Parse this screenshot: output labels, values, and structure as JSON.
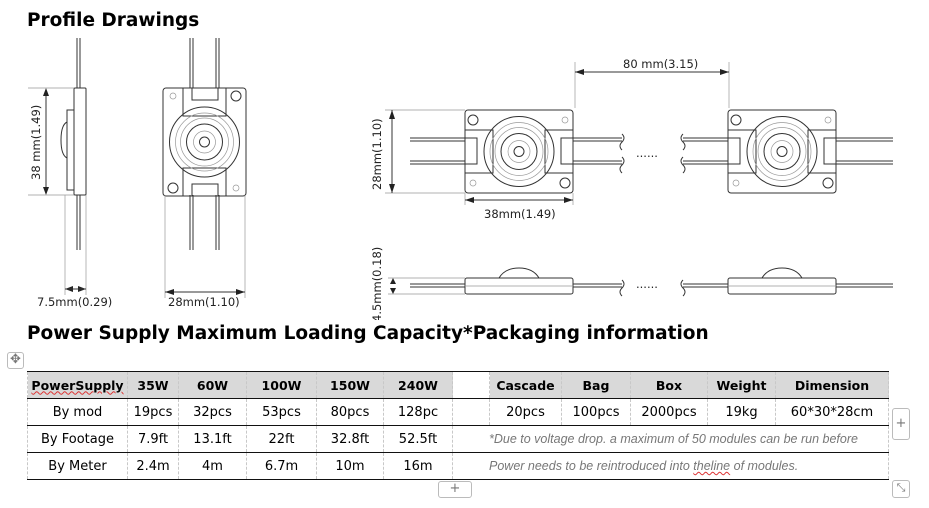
{
  "headings": {
    "profile": "Profile Drawings",
    "power": "Power Supply Maximum Loading Capacity*Packaging information"
  },
  "dims": {
    "side_height": "38 mm(1.49)",
    "side_width": "7.5mm(0.29)",
    "front_width": "28mm(1.10)",
    "spacing": "80 mm(3.15)",
    "module_height": "28mm(1.10)",
    "module_width": "38mm(1.49)",
    "module_depth": "4.5mm(0.18)",
    "ellipsis": "......"
  },
  "table": {
    "header": [
      "PowerSupply",
      "35W",
      "60W",
      "100W",
      "150W",
      "240W",
      "",
      "Cascade",
      "Bag",
      "Box",
      "Weight",
      "Dimension"
    ],
    "rows": [
      {
        "label": "By mod",
        "values": [
          "19pcs",
          "32pcs",
          "53pcs",
          "80pcs",
          "128pc"
        ],
        "pack": [
          "20pcs",
          "100pcs",
          "2000pcs",
          "19kg",
          "60*30*28cm"
        ]
      },
      {
        "label": "By Footage",
        "values": [
          "7.9ft",
          "13.1ft",
          "22ft",
          "32.8ft",
          "52.5ft"
        ],
        "note": "*Due to voltage drop. a maximum of 50 modules can be run before"
      },
      {
        "label": "By Meter",
        "values": [
          "2.4m",
          "4m",
          "6.7m",
          "10m",
          "16m"
        ],
        "note_pre": "Power needs to be reintroduced into ",
        "note_sq": "theline",
        "note_post": " of modules."
      }
    ]
  },
  "controls": {
    "add_row": "+",
    "add_col": "+",
    "move": "✥",
    "resize": "⤡"
  }
}
